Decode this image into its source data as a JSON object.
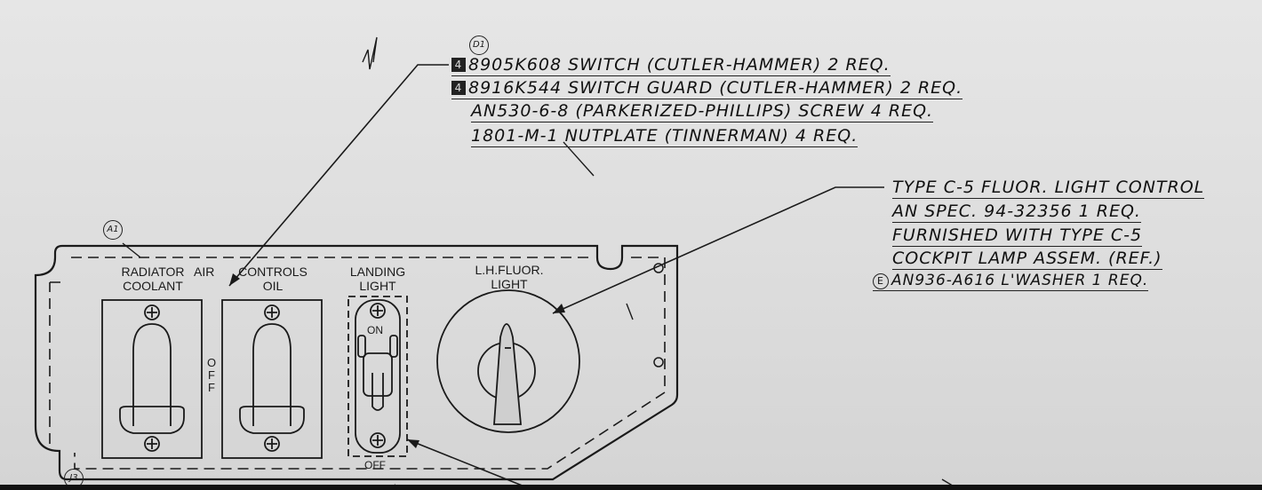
{
  "notes": {
    "ref_d": "D1",
    "ref_e": "E",
    "part_marker": "4",
    "lines": [
      "8905K608 SWITCH (CUTLER-HAMMER) 2 REQ.",
      "8916K544 SWITCH GUARD (CUTLER-HAMMER) 2 REQ.",
      "AN530-6-8 (PARKERIZED-PHILLIPS) SCREW 4 REQ.",
      "1801-M-1 NUTPLATE (TINNERMAN) 4 REQ."
    ],
    "light_control": [
      "TYPE C-5 FLUOR. LIGHT CONTROL",
      "AN SPEC. 94-32356 1 REQ.",
      "FURNISHED WITH TYPE C-5",
      "COCKPIT LAMP ASSEM. (REF.)"
    ],
    "washer": "AN936-A616 L'WASHER      1 REQ."
  },
  "panel": {
    "tag_a": "A1",
    "tag_j": "J3",
    "radiator": [
      "RADIATOR",
      "COOLANT"
    ],
    "air": "AIR",
    "controls": [
      "CONTROLS",
      "OIL"
    ],
    "landing": [
      "LANDING",
      "LIGHT"
    ],
    "lh_fluor": [
      "L.H.FLUOR.",
      "LIGHT"
    ],
    "off_vertical": "OFF",
    "on": "ON",
    "off": "OFF"
  }
}
